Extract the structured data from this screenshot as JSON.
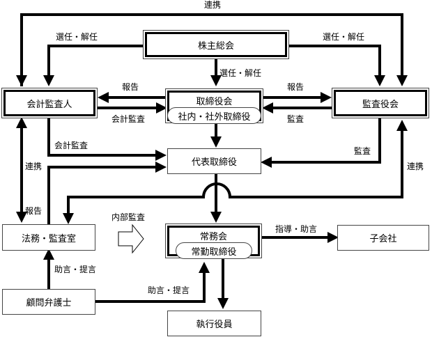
{
  "diagram": {
    "nodes": {
      "shareholders_meeting": "株主総会",
      "accounting_auditor": "会計監査人",
      "board_of_directors": "取締役会",
      "board_members": "社内・社外取締役",
      "audit_board": "監査役会",
      "representative_director": "代表取締役",
      "legal_audit_office": "法務・監査室",
      "executive_committee": "常務会",
      "full_time_directors": "常勤取締役",
      "subsidiaries": "子会社",
      "legal_advisor": "顧問弁護士",
      "executive_officers": "執行役員"
    },
    "edge_labels": {
      "cooperation_top": "連携",
      "elect_dismiss_left": "選任・解任",
      "elect_dismiss_right": "選任・解任",
      "elect_dismiss_center": "選任・解任",
      "report_left": "報告",
      "accounting_audit_to_board": "会計監査",
      "report_right": "報告",
      "audit_to_board": "監査",
      "accounting_audit_to_rep": "会計監査",
      "audit_to_rep": "監査",
      "cooperation_left": "連携",
      "cooperation_right": "連携",
      "report_legal": "報告",
      "internal_audit": "内部監査",
      "guidance_advice": "指導・助言",
      "advice_proposal_up": "助言・提言",
      "advice_proposal_right": "助言・提言"
    }
  }
}
